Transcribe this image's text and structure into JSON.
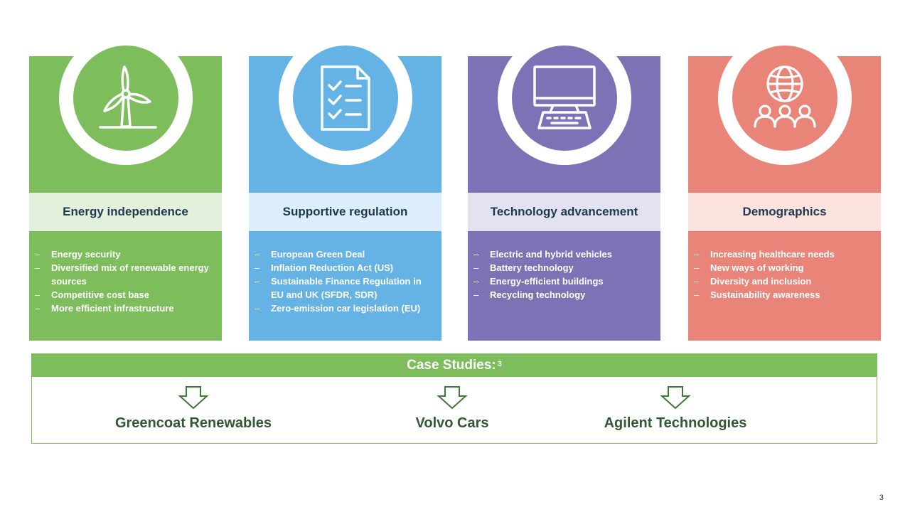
{
  "cards": [
    {
      "title": "Energy independence",
      "icon": "wind-turbine-icon",
      "color": "#7dbd5c",
      "title_bg": "#e3f0dc",
      "bullets": [
        "Energy security",
        "Diversified mix of renewable energy sources",
        "Competitive cost base",
        "More efficient infrastructure"
      ]
    },
    {
      "title": "Supportive regulation",
      "icon": "checklist-icon",
      "color": "#65b2e4",
      "title_bg": "#dbeef9",
      "bullets": [
        "European Green Deal",
        "Inflation Reduction Act (US)",
        "Sustainable Finance Regulation in EU and UK (SFDR, SDR)",
        "Zero-emission car legislation (EU)"
      ]
    },
    {
      "title": "Technology advancement",
      "icon": "computer-icon",
      "color": "#7b73b6",
      "title_bg": "#e3e2f0",
      "bullets": [
        "Electric and hybrid vehicles",
        "Battery technology",
        "Energy-efficient buildings",
        "Recycling technology"
      ]
    },
    {
      "title": "Demographics",
      "icon": "globe-people-icon",
      "color": "#e98478",
      "title_bg": "#fbe2df",
      "bullets": [
        "Increasing healthcare needs",
        "New ways of working",
        "Diversity and inclusion",
        "Sustainability awareness"
      ]
    }
  ],
  "case_studies": {
    "title": "Case Studies:",
    "footnote": "3",
    "color": "#7dbd5c",
    "items": [
      {
        "name": "Greencoat Renewables",
        "icon": "down-arrow-icon"
      },
      {
        "name": "Volvo Cars",
        "icon": "down-arrow-icon"
      },
      {
        "name": "Agilent Technologies",
        "icon": "down-arrow-icon"
      }
    ]
  },
  "page_number": "3"
}
